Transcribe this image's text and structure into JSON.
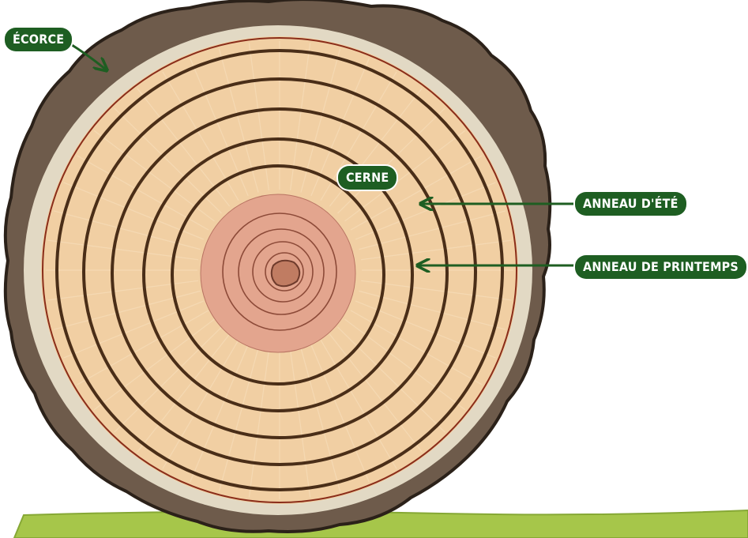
{
  "labels": {
    "ecorce": "ÉCORCE",
    "cerne": "CERNE",
    "anneau_ete": "ANNEAU D'ÉTÉ",
    "anneau_printemps": "ANNEAU DE PRINTEMPS"
  },
  "colors": {
    "bark": "#6e5b4b",
    "bark_outline": "#2b2119",
    "sapwood_pale": "#e2d9c4",
    "wood": "#f1cfa3",
    "summer_ring": "#4a2e18",
    "outer_thin_ring": "#8a2d1a",
    "heartwood": "#e3a58e",
    "pith": "#c07c62",
    "label_bg": "#1e5e22",
    "ground": "#9bbd3f"
  }
}
